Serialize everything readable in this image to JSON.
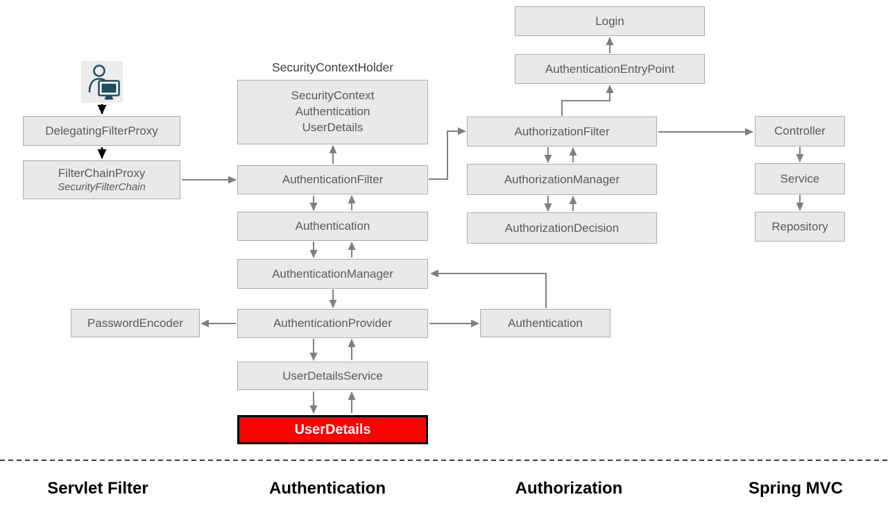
{
  "diagram": {
    "title_label": "SecurityContextHolder",
    "nodes": {
      "login": {
        "label": "Login"
      },
      "authentication_entry_point": {
        "label": "AuthenticationEntryPoint"
      },
      "security_context_box": {
        "lines": [
          "SecurityContext",
          "Authentication",
          "UserDetails"
        ]
      },
      "delegating_filter_proxy": {
        "label": "DelegatingFilterProxy"
      },
      "filter_chain_proxy": {
        "label": "FilterChainProxy",
        "sublabel": "SecurityFilterChain"
      },
      "authentication_filter": {
        "label": "AuthenticationFilter"
      },
      "authorization_filter": {
        "label": "AuthorizationFilter"
      },
      "controller": {
        "label": "Controller"
      },
      "authorization_manager": {
        "label": "AuthorizationManager"
      },
      "service": {
        "label": "Service"
      },
      "authentication_mid": {
        "label": "Authentication"
      },
      "authorization_decision": {
        "label": "AuthorizationDecision"
      },
      "repository": {
        "label": "Repository"
      },
      "authentication_manager": {
        "label": "AuthenticationManager"
      },
      "password_encoder": {
        "label": "PasswordEncoder"
      },
      "authentication_provider": {
        "label": "AuthenticationProvider"
      },
      "authentication_right": {
        "label": "Authentication"
      },
      "user_details_service": {
        "label": "UserDetailsService"
      },
      "user_details": {
        "label": "UserDetails"
      }
    },
    "icons": {
      "user": "user-at-computer-icon"
    },
    "lanes": [
      "Servlet Filter",
      "Authentication",
      "Authorization",
      "Spring MVC"
    ],
    "colors": {
      "box_fill": "#e9e9e9",
      "box_border": "#ababab",
      "box_text": "#595959",
      "arrow_gray": "#7f7f7f",
      "arrow_black": "#000000",
      "highlight_fill": "#ff0000",
      "highlight_border": "#000000",
      "highlight_text": "#ffffff",
      "icon_color": "#1c4e63",
      "icon_bg": "#ececec"
    }
  }
}
